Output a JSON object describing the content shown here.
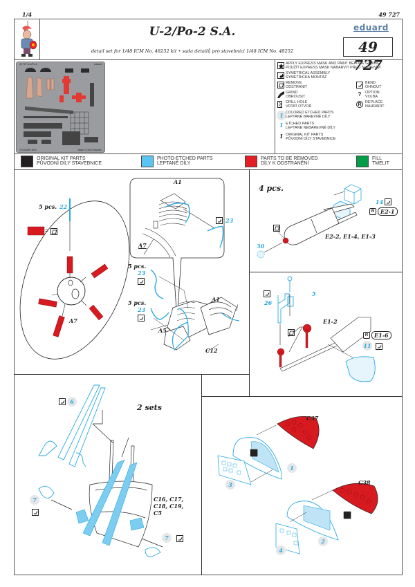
{
  "page": {
    "number": "1/4",
    "catalog_top": "49 727"
  },
  "header": {
    "title": "U-2/Po-2 S.A.",
    "subtitle": "detail set for 1/48 ICM No. 48252 kit  •  sada detailů pro stavebnici 1/48 ICM No. 48252",
    "brand": "eduard",
    "catalog_number": "49 727"
  },
  "fret_photo": {
    "header_left": "49 727  U-2/Po-2",
    "header_right": "eduard",
    "footer_left": "© EDUARD 2015",
    "footer_right": "Made in Czech Republic"
  },
  "symbol_legend": [
    {
      "icon": "express-mask-icon",
      "en": "APPLY EXPRESS MASK AND PAINT BEFORE GLUING",
      "cz": "POUŽÍT EXPRESS MASK NABARVIT PŘED SLEPENÍM"
    },
    {
      "icon": "symmetrical-icon",
      "en": "SYMETRICAL ASSEMBLY",
      "cz": "SYMETRICKÁ MONTÁŽ"
    },
    {
      "icon": "remove-icon",
      "en": "REMOVE",
      "cz": "ODSTRANIT"
    },
    {
      "icon": "bend-icon",
      "en": "BEND",
      "cz": "OHNOUT"
    },
    {
      "icon": "grind-icon",
      "en": "GRIND",
      "cz": "OBROUSIT"
    },
    {
      "icon": "option-icon",
      "en": "OPTION",
      "cz": "VOLBA",
      "glyph": "?"
    },
    {
      "icon": "drill-icon",
      "en": "DRILL HOLE",
      "cz": "VRTAT OTVOR"
    },
    {
      "icon": "replace-icon",
      "en": "REPLACE",
      "cz": "NAHRADIT",
      "glyph": "R"
    },
    {
      "icon": "colored-etched-icon",
      "en": "COLORED ETCHED PARTS",
      "cz": "LEPTANÉ BAREVNÉ DÍLY",
      "glyph": "1"
    },
    {
      "icon": "etched-icon",
      "en": "ETCHED PARTS",
      "cz": "LEPTANÉ NEBAREVNÉ DÍLY",
      "glyph": "1"
    },
    {
      "icon": "original-kit-icon",
      "en": "ORIGINAL KIT PARTS",
      "cz": "PŮVODNÍ DÍLY STAVEBNICE",
      "glyph": "1"
    }
  ],
  "color_legend": [
    {
      "color": "#231f20",
      "en": "ORIGINAL KIT PARTS",
      "cz": "PŮVODNÍ DÍLY STAVEBNICE"
    },
    {
      "color": "#5bc5f2",
      "en": "PHOTO-ETCHED PARTS",
      "cz": "LEPTANÉ DÍLY"
    },
    {
      "color": "#e31e24",
      "en": "PARTS TO BE REMOVED",
      "cz": "DÍLY K ODSTRANĚNÍ"
    },
    {
      "color": "#009e49",
      "en": "FILL",
      "cz": "TMELIT"
    }
  ],
  "colors": {
    "etched": "#2aa8e0",
    "etched_fill": "#bfe4f6",
    "remove": "#d71920",
    "line": "#222222",
    "badge": "#e4e6e8"
  },
  "steps": {
    "propeller": {
      "qty": "5 pcs.",
      "part": "22",
      "hub": "A7",
      "equals": "="
    },
    "engine": {
      "inset_top": "A1",
      "inset_left": "A7",
      "inset_part": "23",
      "qty1": "5 pcs.",
      "part1": "23",
      "qty2": "5 pcs.",
      "part2": "23",
      "a1": "A1",
      "a5": "A5",
      "c12": "C12"
    },
    "bomb": {
      "qty": "4 pcs.",
      "fin_part": "14",
      "replace_part": "E2-1",
      "kit_parts": "E2-2, E1-4, E1-3",
      "fuze_part": "30"
    },
    "gun": {
      "part_a": "26",
      "part_b": "5",
      "kit_part": "E1-2",
      "replace_part": "E1-6",
      "sight_part": "11"
    },
    "seat": {
      "sets": "2 sets",
      "belt_part": "6",
      "buckle_left": "7",
      "buckle_right": "7",
      "kit_parts": "C16, C17, C18, C19, C5"
    },
    "panels": {
      "top_kit": "C37",
      "bottom_kit": "C38",
      "p1": "1",
      "p2": "2",
      "p3": "3",
      "p4": "4"
    }
  }
}
